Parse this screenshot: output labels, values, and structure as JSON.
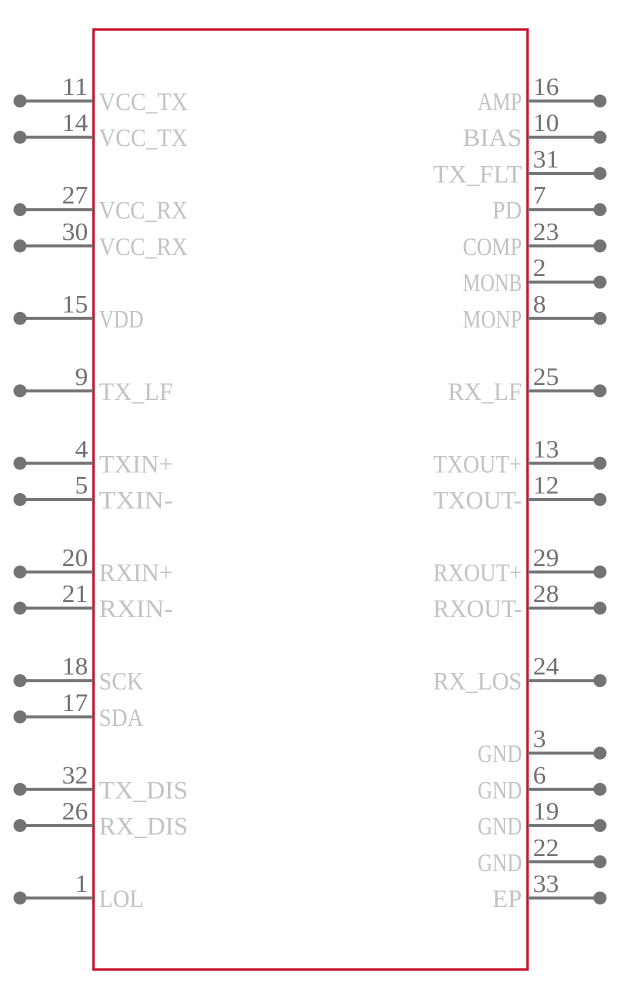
{
  "component": {
    "outline_color": "#c8102e",
    "pin_color": "#737373",
    "number_color": "#6e6e6e",
    "label_color": "#c2c2c2",
    "left_pins": [
      {
        "number": "11",
        "name": "VCC_TX"
      },
      {
        "number": "14",
        "name": "VCC_TX"
      },
      {
        "number": "27",
        "name": "VCC_RX"
      },
      {
        "number": "30",
        "name": "VCC_RX"
      },
      {
        "number": "15",
        "name": "VDD"
      },
      {
        "number": "9",
        "name": "TX_LF"
      },
      {
        "number": "4",
        "name": "TXIN+"
      },
      {
        "number": "5",
        "name": "TXIN-"
      },
      {
        "number": "20",
        "name": "RXIN+"
      },
      {
        "number": "21",
        "name": "RXIN-"
      },
      {
        "number": "18",
        "name": "SCK"
      },
      {
        "number": "17",
        "name": "SDA"
      },
      {
        "number": "32",
        "name": "TX_DIS"
      },
      {
        "number": "26",
        "name": "RX_DIS"
      },
      {
        "number": "1",
        "name": "LOL"
      }
    ],
    "right_pins": [
      {
        "number": "16",
        "name": "AMP"
      },
      {
        "number": "10",
        "name": "BIAS"
      },
      {
        "number": "31",
        "name": "TX_FLT"
      },
      {
        "number": "7",
        "name": "PD"
      },
      {
        "number": "23",
        "name": "COMP"
      },
      {
        "number": "2",
        "name": "MONB"
      },
      {
        "number": "8",
        "name": "MONP"
      },
      {
        "number": "25",
        "name": "RX_LF"
      },
      {
        "number": "13",
        "name": "TXOUT+"
      },
      {
        "number": "12",
        "name": "TXOUT-"
      },
      {
        "number": "29",
        "name": "RXOUT+"
      },
      {
        "number": "28",
        "name": "RXOUT-"
      },
      {
        "number": "24",
        "name": "RX_LOS"
      },
      {
        "number": "3",
        "name": "GND"
      },
      {
        "number": "6",
        "name": "GND"
      },
      {
        "number": "19",
        "name": "GND"
      },
      {
        "number": "22",
        "name": "GND"
      },
      {
        "number": "33",
        "name": "EP"
      }
    ]
  }
}
